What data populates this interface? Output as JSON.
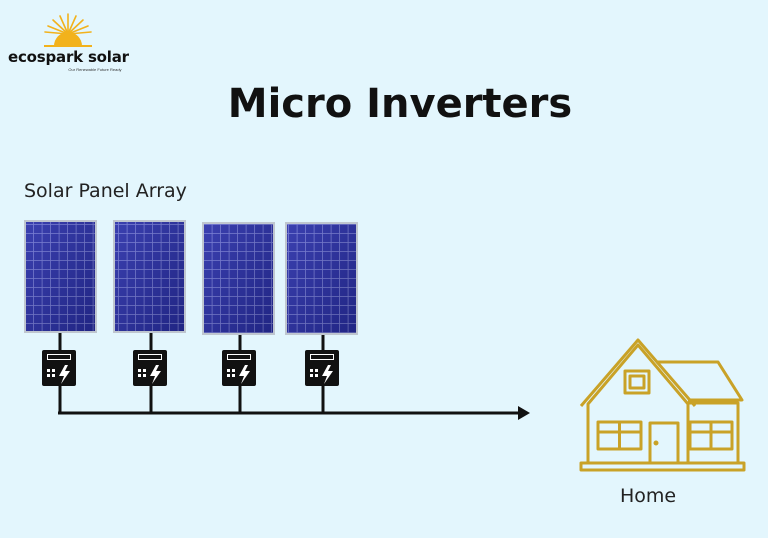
{
  "brand": {
    "name": "ecospark solar",
    "tagline": "Our Renewable Future Ready"
  },
  "title": "Micro Inverters",
  "labels": {
    "array": "Solar Panel Array",
    "home": "Home"
  },
  "colors": {
    "background": "#e3f6fd",
    "panel_cell": "#2a2f9a",
    "panel_frame": "#bfc6cf",
    "wire": "#111111",
    "house": "#c9a227",
    "sun": "#f2b21c"
  },
  "icons": [
    "sun-logo-icon",
    "solar-panel-icon",
    "micro-inverter-icon",
    "lightning-bolt-icon",
    "house-icon",
    "arrow-icon"
  ]
}
